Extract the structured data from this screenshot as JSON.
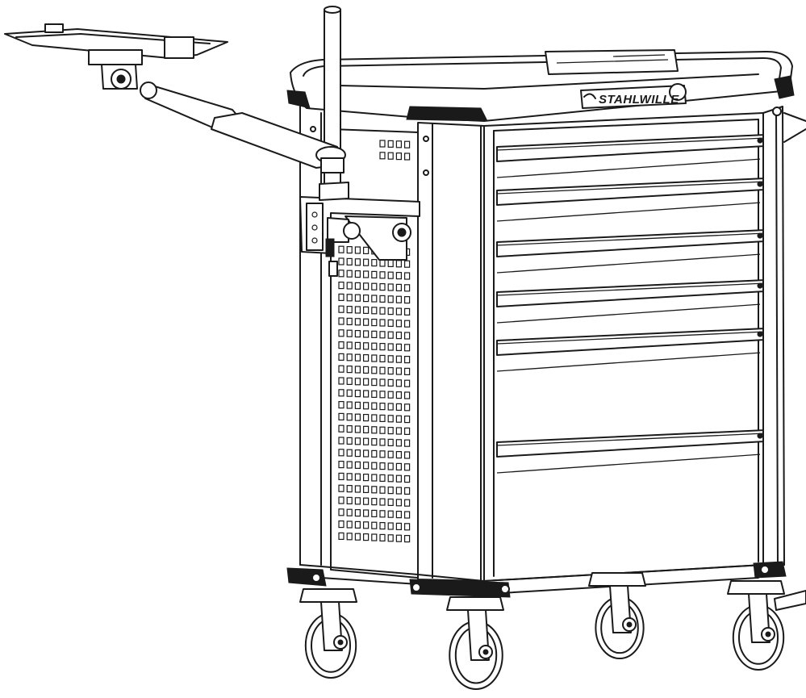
{
  "figure": {
    "subject": "tool-trolley-with-swivel-monitor-arm",
    "brand_label": "STAHLWILLE",
    "drawer_count": 6,
    "caster_count": 4,
    "colors": {
      "line": "#1a1a1a",
      "background": "#ffffff"
    }
  }
}
